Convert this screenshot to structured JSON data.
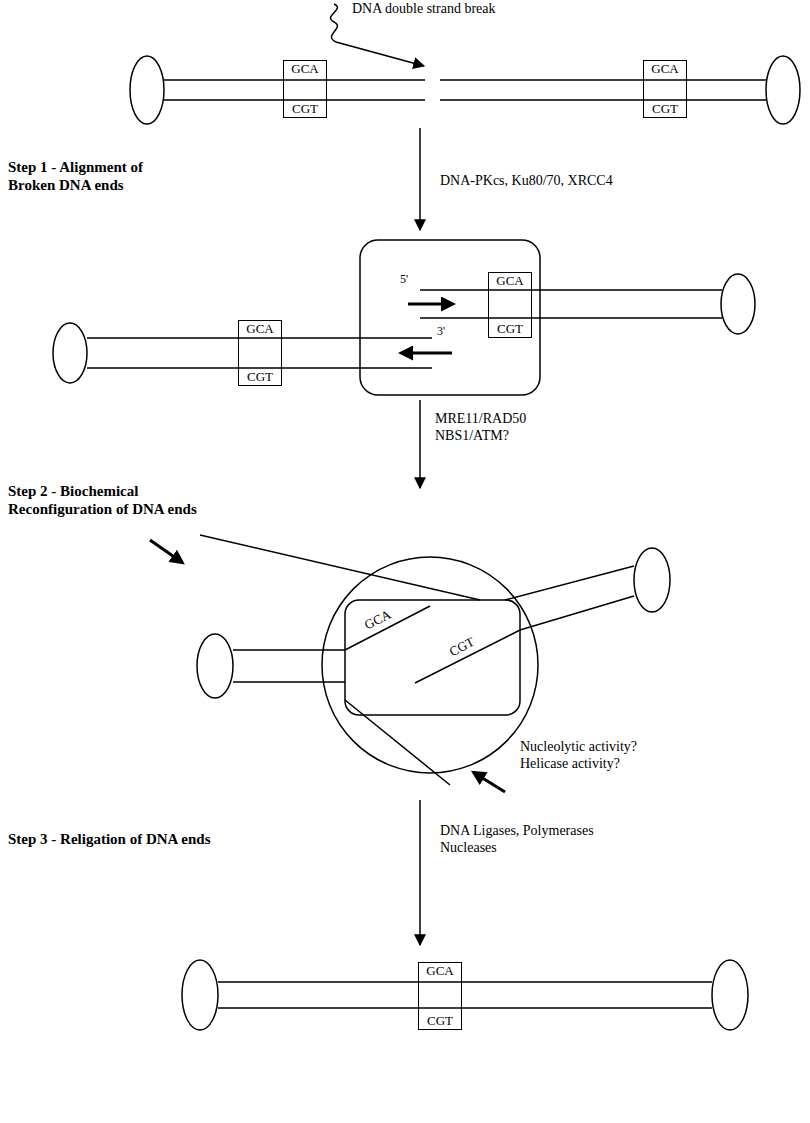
{
  "diagram": {
    "nodes": [
      {
        "text": [
          "GCA",
          "CGT"
        ]
      },
      {
        "text": [
          "GCA",
          "CGT"
        ]
      },
      {
        "text": [
          "GCA",
          "CGT"
        ]
      },
      {
        "text": [
          "GCA",
          "CGT"
        ]
      },
      {
        "text": [
          "GCA",
          "CGT"
        ]
      }
    ],
    "labels": [
      "DNA double strand break",
      "Step 1 - Alignment of Broken DNA ends",
      "DNA-PKcs, Ku80/70, XRCC4",
      "5'",
      "3'",
      "MRE11/RAD50 NBS1/ATM?",
      "Step 2 - Biochemical Reconfiguration of DNA ends",
      "GCA",
      "CGT",
      "Nucleolytic activity? Helicase activity?",
      "Step 3 - Religation of DNA ends",
      "DNA Ligases, Polymerases Nucleases"
    ]
  }
}
